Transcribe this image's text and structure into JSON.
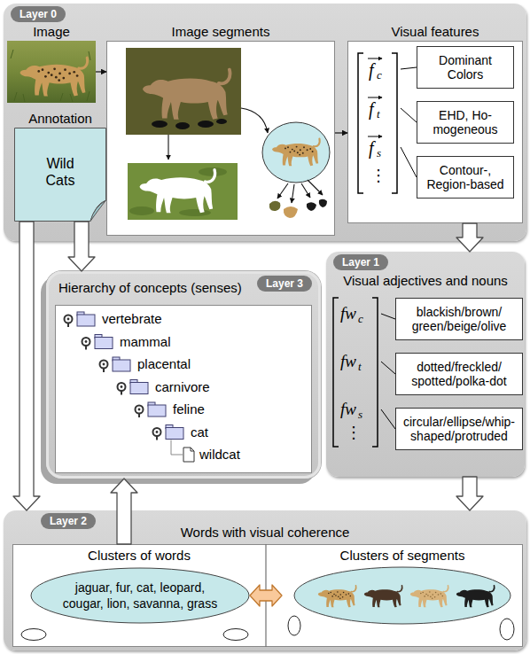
{
  "diagram": {
    "nodes": [
      {
        "text": [
          "Layer 0"
        ]
      },
      {
        "text": [
          "Image"
        ],
        "in": 0
      },
      {
        "text": [
          "Image segments"
        ],
        "in": 0
      },
      {
        "text": [
          "Visual features"
        ],
        "in": 0
      },
      {
        "text": [
          "Dominant Colors"
        ],
        "in": 3
      },
      {
        "text": [
          "EHD, Ho- mogeneous"
        ],
        "in": 3
      },
      {
        "text": [
          "Contour-, Region-based"
        ],
        "in": 3
      },
      {
        "text": [
          "Annotation",
          "Wild Cats"
        ],
        "in": 0
      },
      {
        "text": [
          "Layer 3",
          "Hierarchy of concepts (senses)"
        ]
      },
      {
        "text": [
          "vertebrate",
          "mammal",
          "placental",
          "carnivore",
          "feline",
          "cat",
          "wildcat"
        ],
        "in": 8
      },
      {
        "text": [
          "Layer 1",
          "Visual adjectives and nouns"
        ]
      },
      {
        "text": [
          "blackish/brown/ green/beige/olive"
        ],
        "in": 10
      },
      {
        "text": [
          "dotted/freckled/ spotted/polka-dot"
        ],
        "in": 10
      },
      {
        "text": [
          "circular/ellipse/whip- shaped/protruded"
        ],
        "in": 10
      },
      {
        "text": [
          "Layer 2",
          "Words with visual coherence"
        ]
      },
      {
        "text": [
          "Clusters of words"
        ],
        "in": 14
      },
      {
        "text": [
          "jaguar, fur, cat, leopard, cougar, lion, savanna, grass"
        ],
        "in": 15
      },
      {
        "text": [
          "Clusters of segments"
        ],
        "in": 14
      }
    ],
    "edges": [
      {
        "from": 1,
        "to": 2,
        "arrow": "to"
      },
      {
        "from": 2,
        "to": 3,
        "arrow": "to"
      },
      {
        "from": 7,
        "to": 8,
        "arrow": "to"
      },
      {
        "from": 7,
        "to": 14,
        "arrow": "to"
      },
      {
        "from": 3,
        "to": 10,
        "arrow": "to"
      },
      {
        "from": 10,
        "to": 14,
        "arrow": "to"
      },
      {
        "from": 15,
        "to": 8,
        "arrow": "to"
      },
      {
        "from": 16,
        "to": 17,
        "arrow": "both"
      }
    ],
    "labels": [
      "f",
      "c",
      "f",
      "t",
      "f",
      "s",
      "⋮",
      "fw",
      "c",
      "fw",
      "t",
      "fw",
      "s",
      "⋮"
    ]
  }
}
